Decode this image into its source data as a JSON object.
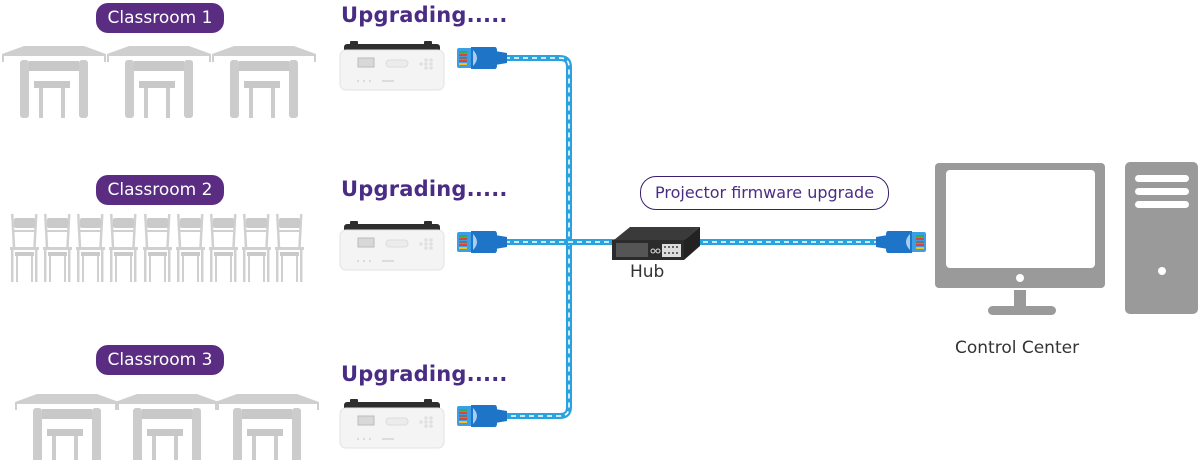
{
  "diagram": {
    "classrooms": [
      {
        "label": "Classroom 1",
        "furniture": "desks",
        "count": 3
      },
      {
        "label": "Classroom 2",
        "furniture": "chairs",
        "count": 9
      },
      {
        "label": "Classroom 3",
        "furniture": "desks",
        "count": 3
      }
    ],
    "projectors": [
      {
        "status": "Upgrading....."
      },
      {
        "status": "Upgrading....."
      },
      {
        "status": "Upgrading....."
      }
    ],
    "hub": {
      "label": "Hub"
    },
    "link_label": "Projector firmware upgrade",
    "control_center": {
      "label": "Control Center"
    },
    "colors": {
      "badge": "#5a2d82",
      "status_text": "#4a2c85",
      "cable": "#29a3e0",
      "connector": "#1f78c8",
      "furniture": "#cccccc",
      "computer": "#999999"
    }
  }
}
